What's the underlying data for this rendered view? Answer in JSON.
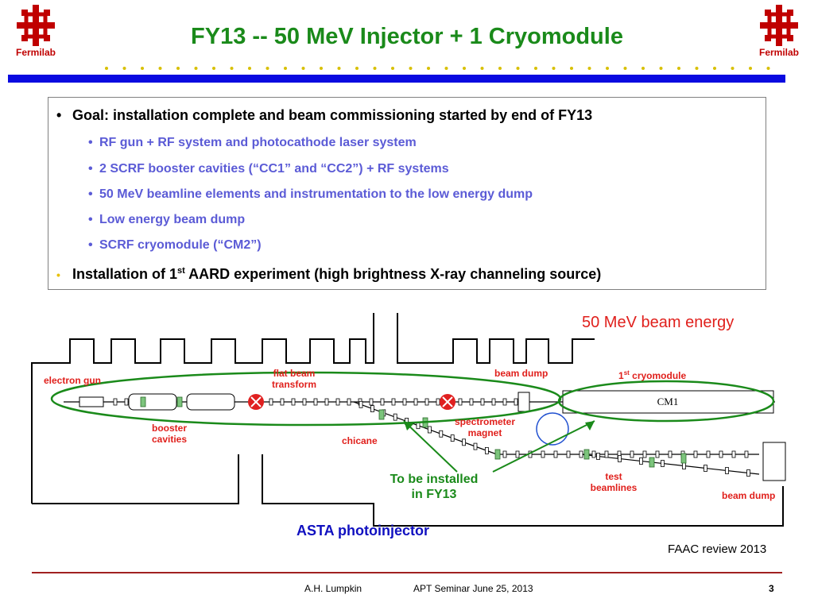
{
  "header": {
    "title": "FY13 -- 50 MeV Injector + 1 Cryomodule",
    "logo_left_text": "Fermilab",
    "logo_right_text": "Fermilab"
  },
  "colors": {
    "title_green": "#1a8a1a",
    "logo_red": "#c00000",
    "bar_blue": "#0a0ae0",
    "sub_bullet_blue": "#5b5bd6",
    "diagram_label_red": "#e0201c",
    "asta_blue": "#1010c0"
  },
  "goal_box": {
    "bullet1": "Goal:  installation complete and beam commissioning started by end of FY13",
    "sub_bullets": [
      "RF gun + RF system and photocathode laser system",
      "2 SCRF booster  cavities (“CC1” and “CC2”) + RF systems",
      "50 MeV beamline elements and instrumentation to the low energy dump",
      "Low energy beam dump",
      "SCRF cryomodule  (“CM2”)"
    ],
    "bullet2_pre": "Installation of 1",
    "bullet2_sup": "st",
    "bullet2_post": " AARD experiment   (high brightness X-ray channeling source)"
  },
  "diagram": {
    "beam_energy": "50 MeV beam energy",
    "labels": {
      "electron_gun": "electron gun",
      "flat_beam": "flat beam\ntransform",
      "beam_dump_top": "beam dump",
      "cryomodule_pre": "1",
      "cryomodule_sup": "st",
      "cryomodule_post": " cryomodule",
      "booster": "booster\ncavities",
      "chicane": "chicane",
      "spectrometer": "spectrometer\nmagnet",
      "test_beamlines": "test\nbeamlines",
      "beam_dump_bottom": "beam dump",
      "cm1": "CM1"
    },
    "to_be_installed": "To be installed\nin FY13",
    "asta": "ASTA photoinjector"
  },
  "footer": {
    "faac": "FAAC review 2013",
    "author": "A.H. Lumpkin",
    "seminar": "APT Seminar   June 25, 2013",
    "page": "3"
  }
}
